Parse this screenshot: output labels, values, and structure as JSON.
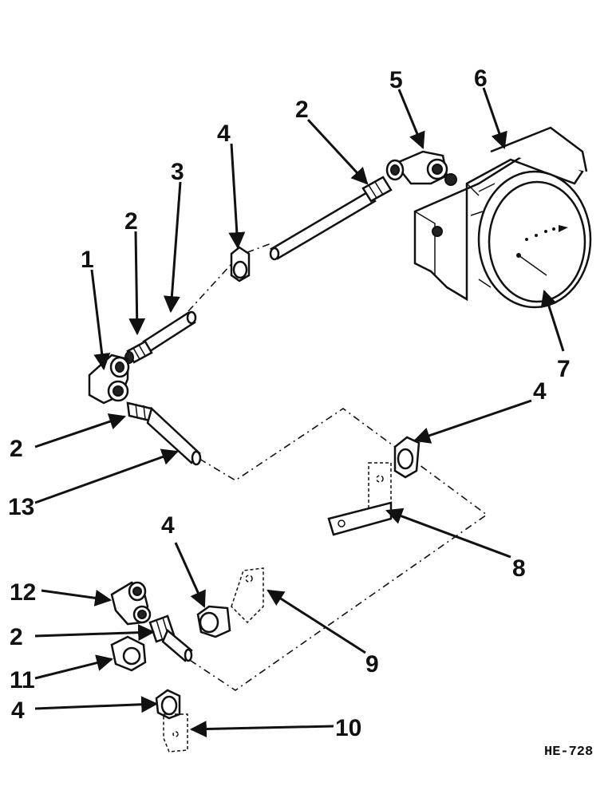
{
  "diagram": {
    "drawing_code": "HE-728",
    "callouts": {
      "c1": "1",
      "c2a": "2",
      "c2b": "2",
      "c2c": "2",
      "c2d": "2",
      "c3": "3",
      "c4a": "4",
      "c4b": "4",
      "c4c": "4",
      "c4d": "4",
      "c5": "5",
      "c6": "6",
      "c7": "7",
      "c8": "8",
      "c9": "9",
      "c10": "10",
      "c11": "11",
      "c12": "12",
      "c13": "13"
    }
  }
}
